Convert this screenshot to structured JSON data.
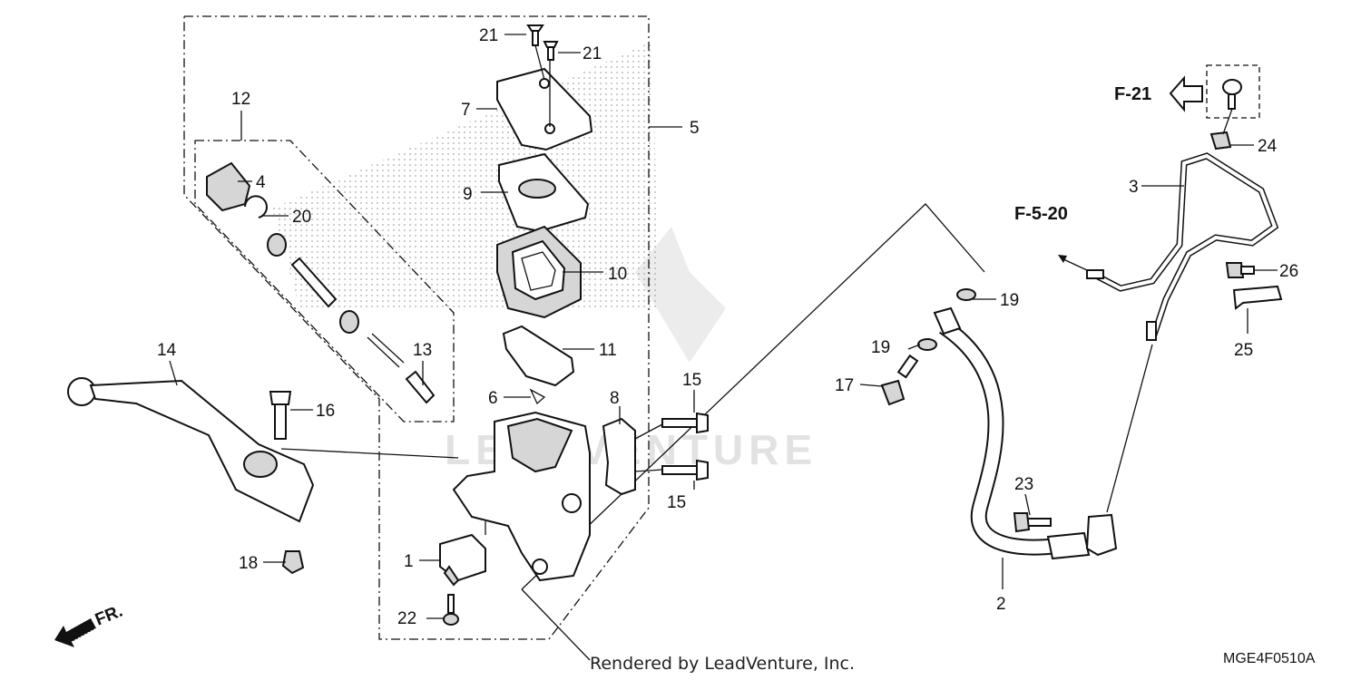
{
  "watermark": "LEADVENTURE",
  "footer": {
    "rendered_by": "Rendered by LeadVenture, Inc.",
    "diagram_code": "MGE4F0510A"
  },
  "refs": {
    "f21": "F-21",
    "f520": "F-5-20"
  },
  "direction": {
    "front": "FR."
  },
  "callouts": {
    "c1": "1",
    "c2": "2",
    "c3": "3",
    "c4": "4",
    "c5": "5",
    "c6": "6",
    "c7": "7",
    "c8": "8",
    "c9": "9",
    "c10": "10",
    "c11": "11",
    "c12": "12",
    "c13": "13",
    "c14": "14",
    "c15a": "15",
    "c15b": "15",
    "c16": "16",
    "c17": "17",
    "c18": "18",
    "c19a": "19",
    "c19b": "19",
    "c20": "20",
    "c21a": "21",
    "c21b": "21",
    "c22": "22",
    "c23": "23",
    "c24": "24",
    "c25": "25",
    "c26": "26"
  }
}
